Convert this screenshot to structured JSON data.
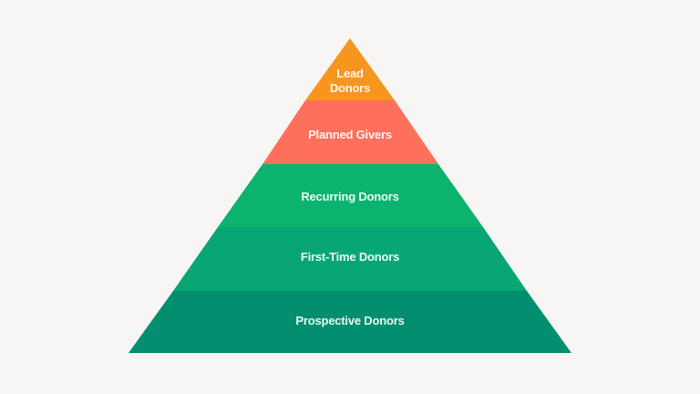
{
  "diagram": {
    "type": "pyramid",
    "background": "#f7f6f4",
    "levels": [
      {
        "label": "Lead Donors",
        "color": "#f7961e"
      },
      {
        "label": "Planned Givers",
        "color": "#fe705c"
      },
      {
        "label": "Recurring Donors",
        "color": "#0bb36f"
      },
      {
        "label": "First-Time Donors",
        "color": "#07a674"
      },
      {
        "label": "Prospective Donors",
        "color": "#038f6f"
      }
    ]
  }
}
